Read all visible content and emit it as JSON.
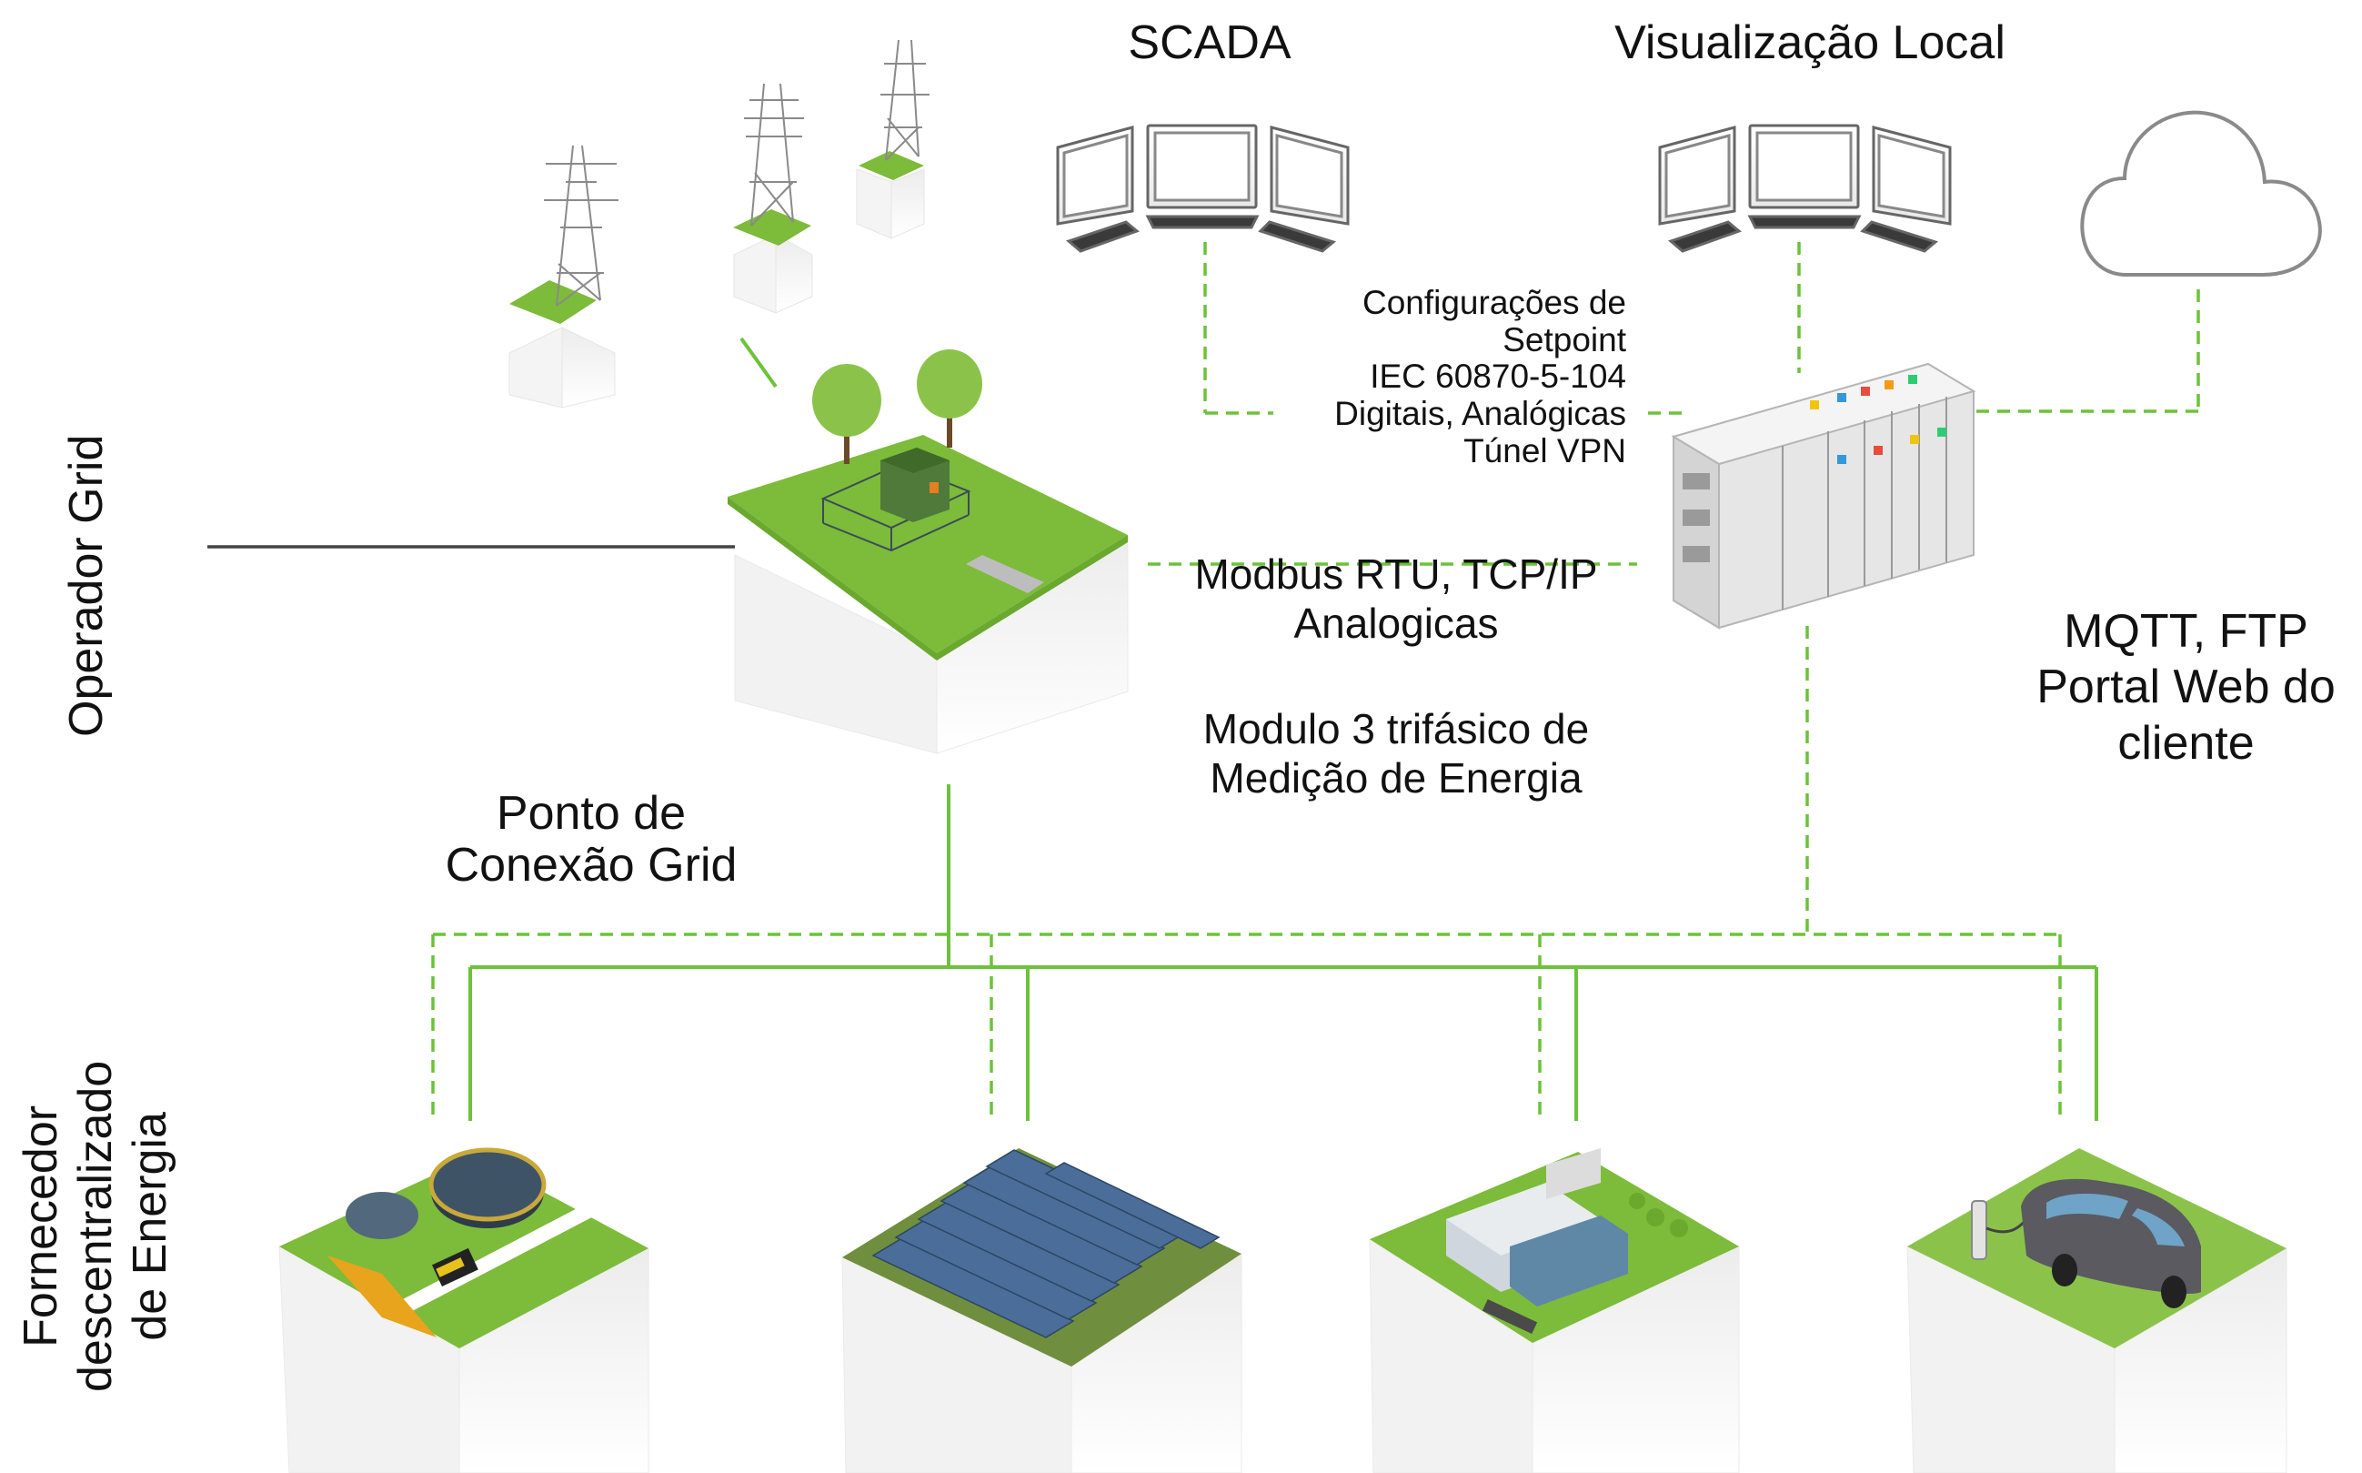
{
  "labels": {
    "scada": "SCADA",
    "local_viz": "Visualização Local",
    "config_lines": [
      "Configurações de",
      "Setpoint",
      "IEC 60870-5-104",
      "Digitais, Analógicas",
      "Túnel VPN"
    ],
    "modbus_lines": [
      "Modbus RTU, TCP/IP",
      "Analogicas"
    ],
    "energy_module_lines": [
      "Modulo 3 trifásico de",
      "Medição de Energia"
    ],
    "cloud_lines": [
      "MQTT, FTP",
      "Portal Web do",
      "cliente"
    ],
    "grid_point_lines": [
      "Ponto de",
      "Conexão Grid"
    ],
    "side_grid_operator": "Operador Grid",
    "side_supplier_lines": [
      "Fornecedor",
      "descentralizado",
      "de Energia"
    ]
  },
  "colors": {
    "grass": "#7dbb3a",
    "grass_dark": "#5e9a2a",
    "connection_line": "#6cc23a",
    "dark_line": "#444444",
    "cloud_stroke": "#8a8a8a"
  }
}
